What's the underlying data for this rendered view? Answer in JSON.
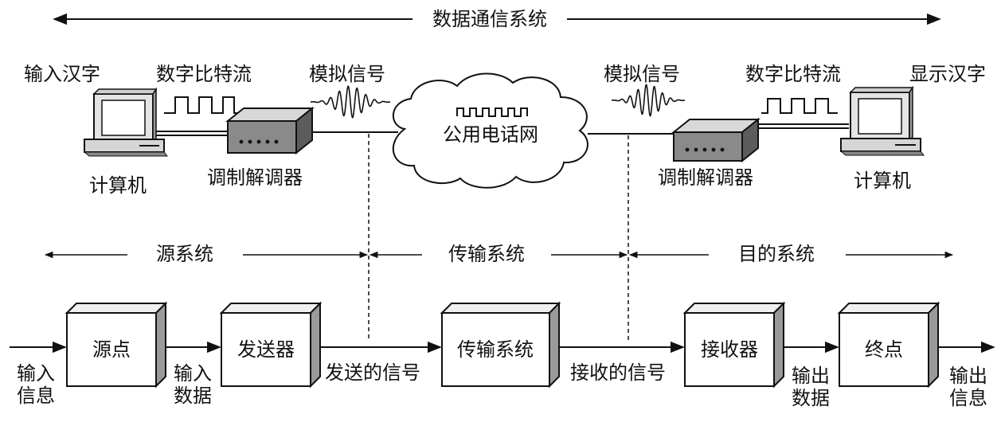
{
  "top_title": "数据通信系统",
  "top_labels": {
    "input_hanzi": "输入汉字",
    "digital_stream_left": "数字比特流",
    "analog_left": "模拟信号",
    "analog_right": "模拟信号",
    "digital_stream_right": "数字比特流",
    "display_hanzi": "显示汉字",
    "computer_left": "计算机",
    "modem_left": "调制解调器",
    "network": "公用电话网",
    "modem_right": "调制解调器",
    "computer_right": "计算机"
  },
  "sections": {
    "source": "源系统",
    "transmission": "传输系统",
    "destination": "目的系统"
  },
  "boxes": {
    "source_point": "源点",
    "transmitter": "发送器",
    "transmission_system": "传输系统",
    "receiver": "接收器",
    "destination_point": "终点"
  },
  "flow_labels": {
    "input_info": [
      "输入",
      "信息"
    ],
    "input_data": [
      "输入",
      "数据"
    ],
    "sent_signal": "发送的信号",
    "received_signal": "接收的信号",
    "output_data": [
      "输出",
      "数据"
    ],
    "output_info": [
      "输出",
      "信息"
    ]
  }
}
